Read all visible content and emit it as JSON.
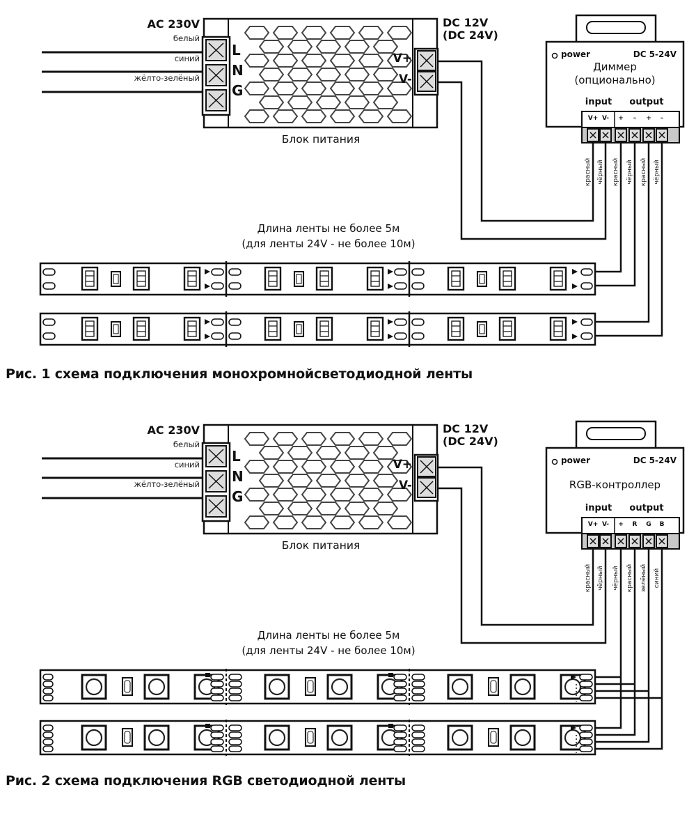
{
  "figure1": {
    "ac_voltage": "AC 230V",
    "input_wires": [
      "белый",
      "синий",
      "жёлто-зелёный"
    ],
    "psu_terminals": [
      "L",
      "N",
      "G"
    ],
    "psu_outputs": [
      "V+",
      "V-"
    ],
    "psu_caption": "Блок питания",
    "dc_voltage": [
      "DC 12V",
      "(DC 24V)"
    ],
    "controller": {
      "power_label": "power",
      "voltage_range": "DC 5-24V",
      "title": [
        "Диммер",
        "(опционально)"
      ],
      "input_label": "input",
      "output_label": "output",
      "input_terminals": [
        "V+",
        "V-"
      ],
      "output_terminals": [
        "+",
        "–",
        "+",
        "–"
      ]
    },
    "wire_labels": [
      "красный",
      "чёрный",
      "красный",
      "чёрный",
      "красный",
      "чёрный"
    ],
    "strip_note": [
      "Длина ленты не более 5м",
      "(для ленты 24V - не более 10м)"
    ],
    "caption": "Рис. 1 схема подключения монохромнойсветодиодной ленты"
  },
  "figure2": {
    "ac_voltage": "AC 230V",
    "input_wires": [
      "белый",
      "синий",
      "жёлто-зелёный"
    ],
    "psu_terminals": [
      "L",
      "N",
      "G"
    ],
    "psu_outputs": [
      "V+",
      "V-"
    ],
    "psu_caption": "Блок питания",
    "dc_voltage": [
      "DC 12V",
      "(DC 24V)"
    ],
    "controller": {
      "power_label": "power",
      "voltage_range": "DC 5-24V",
      "title": [
        "RGB-контроллер"
      ],
      "input_label": "input",
      "output_label": "output",
      "input_terminals": [
        "V+",
        "V-"
      ],
      "output_terminals": [
        "+",
        "R",
        "G",
        "B"
      ]
    },
    "wire_labels": [
      "красный",
      "чёрный",
      "чёрный",
      "красный",
      "зелёный",
      "синий"
    ],
    "strip_note": [
      "Длина ленты не более 5м",
      "(для ленты 24V - не более 10м)"
    ],
    "caption": "Рис. 2 схема подключения RGB светодиодной ленты"
  }
}
